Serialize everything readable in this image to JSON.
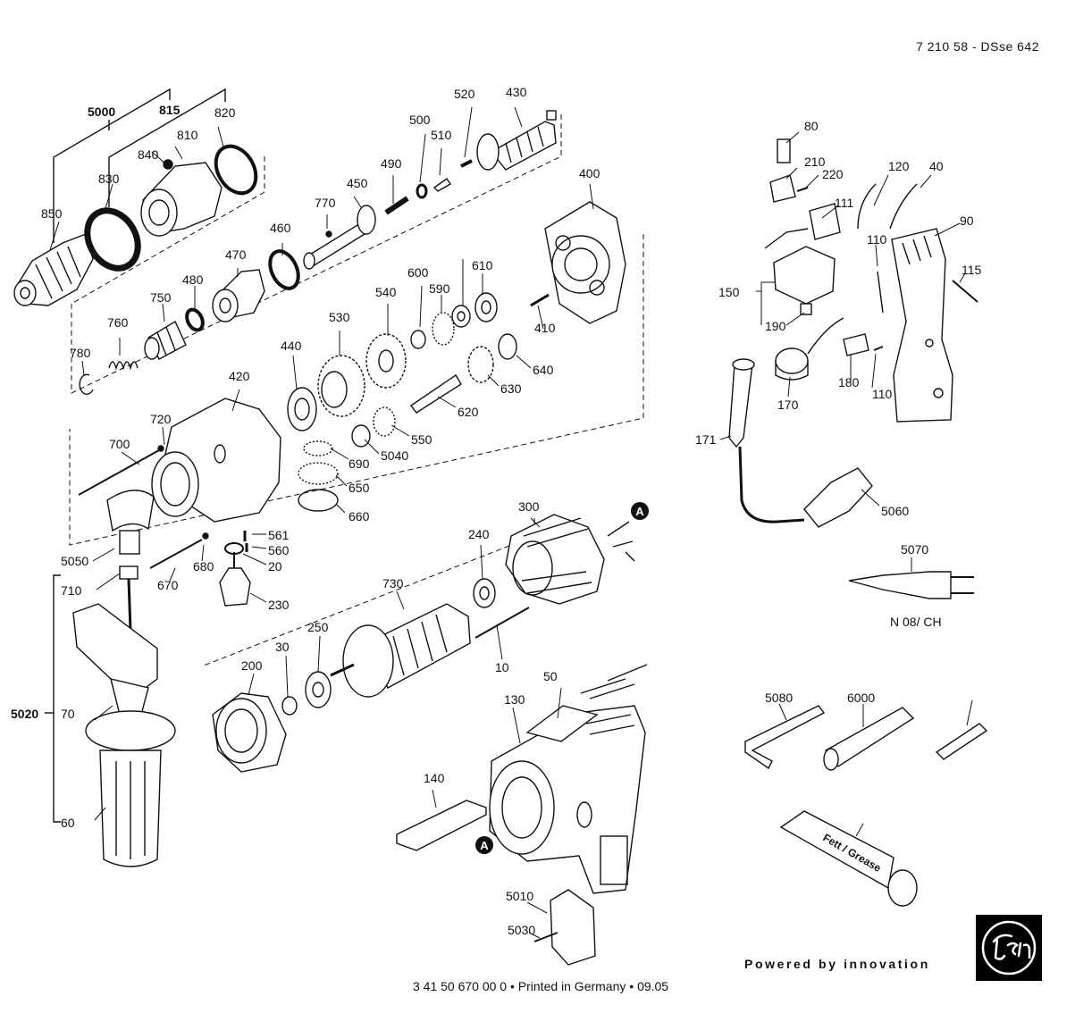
{
  "document": {
    "id": "7 210 58 - DSse 642",
    "print_info": "3 41 50 670 00 0 • Printed in Germany • 09.05",
    "tagline": "Powered by innovation",
    "variant_label": "N 08/ CH",
    "grease_tube_text": "Fett / Grease",
    "logo_text": "Fein",
    "callout_marker": "A"
  },
  "part_numbers": [
    "5000",
    "815",
    "820",
    "810",
    "840",
    "830",
    "850",
    "520",
    "430",
    "500",
    "510",
    "490",
    "450",
    "770",
    "460",
    "470",
    "480",
    "750",
    "760",
    "780",
    "400",
    "600",
    "610",
    "590",
    "540",
    "530",
    "440",
    "420",
    "720",
    "700",
    "690",
    "650",
    "660",
    "620",
    "630",
    "640",
    "410",
    "550",
    "5040",
    "5050",
    "710",
    "670",
    "680",
    "561",
    "560",
    "20",
    "230",
    "300",
    "240",
    "730",
    "250",
    "30",
    "200",
    "10",
    "50",
    "130",
    "140",
    "5010",
    "5030",
    "5020",
    "70",
    "60",
    "80",
    "210",
    "220",
    "120",
    "40",
    "111",
    "90",
    "110",
    "115",
    "150",
    "190",
    "180",
    "170",
    "171",
    "5060",
    "5070",
    "5080",
    "6000"
  ]
}
